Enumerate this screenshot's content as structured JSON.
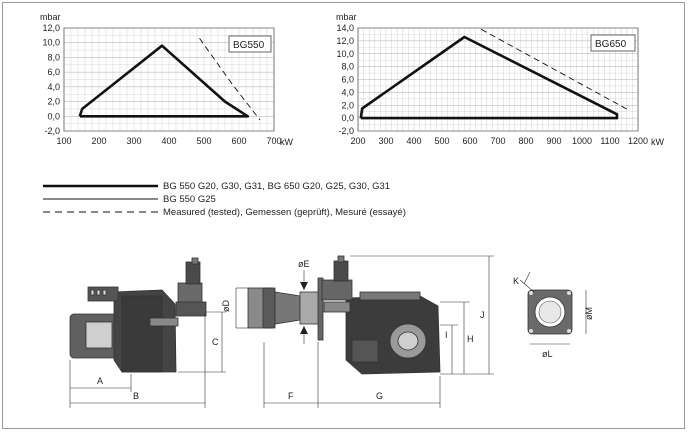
{
  "chart_data": [
    {
      "type": "line",
      "title": "BG550",
      "ylabel": "mbar",
      "xlabel": "kW",
      "xlim": [
        100,
        700
      ],
      "ylim": [
        -2,
        12
      ],
      "x_ticks": [
        "100",
        "200",
        "300",
        "400",
        "500",
        "600",
        "700"
      ],
      "y_ticks": [
        "-2,0",
        "0,0",
        "2,0",
        "4,0",
        "6,0",
        "8,0",
        "10,0",
        "12,0"
      ],
      "grid": true,
      "series": [
        {
          "name": "BG 550 G20, G30, G31, BG 650 G20, G25, G30, G31",
          "style": "thick",
          "points": [
            [
              145,
              0.0
            ],
            [
              152,
              1.0
            ],
            [
              380,
              9.6
            ],
            [
              560,
              2.0
            ],
            [
              625,
              0.0
            ],
            [
              145,
              0.0
            ]
          ]
        },
        {
          "name": "BG 550 G25",
          "style": "thin",
          "points": [
            [
              460,
              6.1
            ],
            [
              545,
              2.6
            ]
          ]
        },
        {
          "name": "Measured (tested), Gemessen (geprüft), Mesuré (essayé)",
          "style": "dashed",
          "points": [
            [
              487,
              10.6
            ],
            [
              580,
              4.4
            ],
            [
              660,
              -0.5
            ]
          ]
        }
      ]
    },
    {
      "type": "line",
      "title": "BG650",
      "ylabel": "mbar",
      "xlabel": "kW",
      "xlim": [
        200,
        1200
      ],
      "ylim": [
        -2,
        14
      ],
      "x_ticks": [
        "200",
        "300",
        "400",
        "500",
        "600",
        "700",
        "800",
        "900",
        "1000",
        "1100",
        "1200"
      ],
      "y_ticks": [
        "-2,0",
        "0,0",
        "2,0",
        "4,0",
        "6,0",
        "8,0",
        "10,0",
        "12,0",
        "14,0"
      ],
      "grid": true,
      "series": [
        {
          "name": "BG 550 G20, G30, G31, BG 650 G20, G25, G30, G31",
          "style": "thick",
          "points": [
            [
              210,
              0.0
            ],
            [
              215,
              1.5
            ],
            [
              580,
              12.6
            ],
            [
              1125,
              0.6
            ],
            [
              1125,
              0.0
            ],
            [
              210,
              0.0
            ]
          ]
        },
        {
          "name": "Measured (tested), Gemessen (geprüft), Mesuré (essayé)",
          "style": "dashed",
          "points": [
            [
              640,
              13.8
            ],
            [
              1160,
              1.4
            ]
          ]
        }
      ]
    }
  ],
  "legend": [
    {
      "label": "BG 550 G20, G30, G31, BG 650 G20, G25, G30, G31",
      "style": "thick"
    },
    {
      "label": "BG 550 G25",
      "style": "thin"
    },
    {
      "label": "Measured (tested), Gemessen (geprüft), Mesuré (essayé)",
      "style": "dashed"
    }
  ],
  "dimension_labels": {
    "a": "A",
    "b": "B",
    "c": "C",
    "d": "øD",
    "e": "øE",
    "f": "F",
    "g": "G",
    "h": "H",
    "i": "I",
    "j": "J",
    "k": "K",
    "l": "øL",
    "m": "øM"
  }
}
